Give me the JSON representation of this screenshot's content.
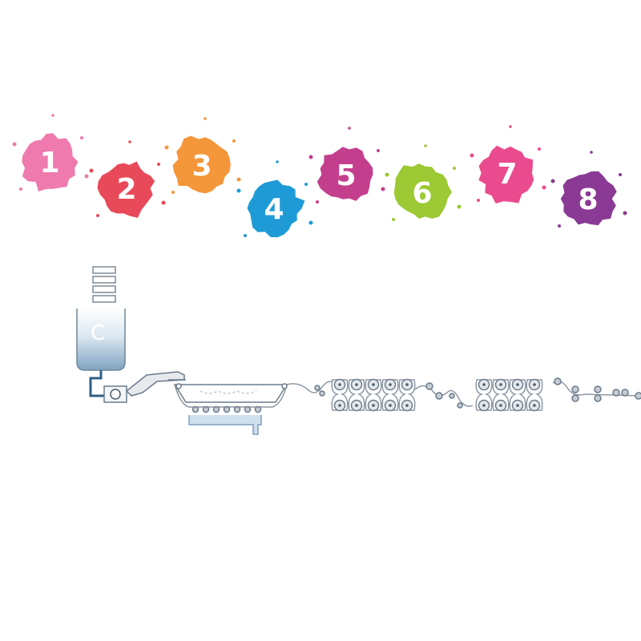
{
  "steps": [
    {
      "label": "1",
      "color": "#ee7aae"
    },
    {
      "label": "2",
      "color": "#e84a5a"
    },
    {
      "label": "3",
      "color": "#f4963a"
    },
    {
      "label": "4",
      "color": "#1e9bd7"
    },
    {
      "label": "5",
      "color": "#c33f8e"
    },
    {
      "label": "6",
      "color": "#9cc934"
    },
    {
      "label": "7",
      "color": "#ea4b8f"
    },
    {
      "label": "8",
      "color": "#8a3a94"
    }
  ],
  "machine": {
    "tank_letter": "C",
    "line_color": "#6b7b8c",
    "roller_color": "#9aa2a8",
    "fill_color": "#cfe0ee"
  }
}
